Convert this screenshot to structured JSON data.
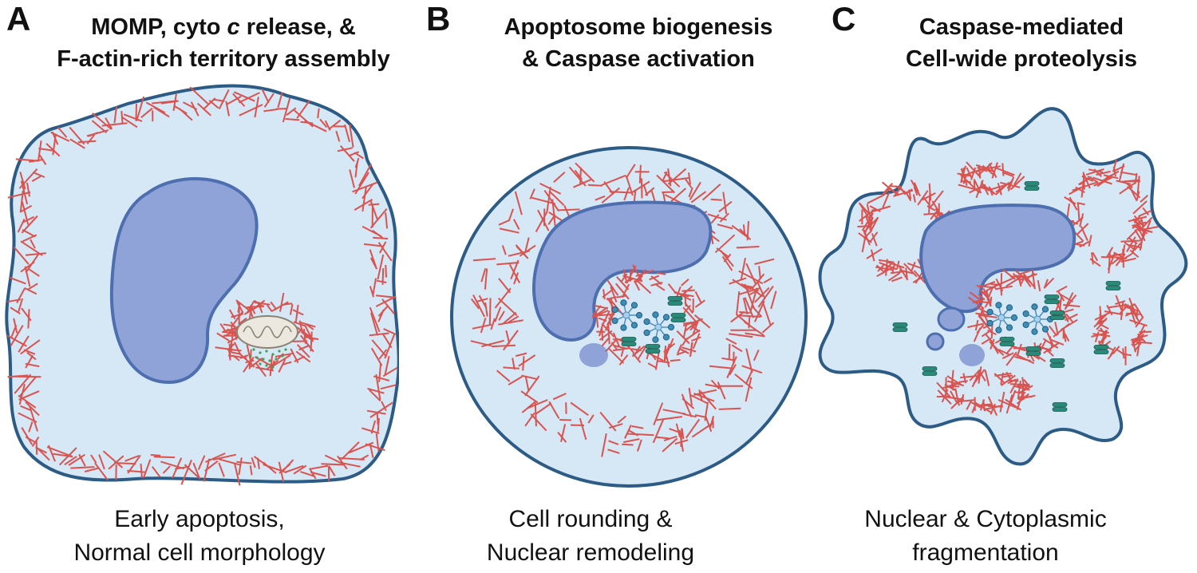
{
  "colors": {
    "cytoplasm": "#d6e7f6",
    "membrane": "#2c5b86",
    "nucleus": "#8fa3d8",
    "nucleus_border": "#4d6fb0",
    "actin": "#d9534f",
    "apoptosome": "#4a8fc0",
    "caspase": "#2a8a7a",
    "cyto_c": "#3aa35a",
    "mitochondrion": "#ece8df"
  },
  "panels": [
    {
      "letter": "A",
      "title_lines": [
        "MOMP, cyto c release, &",
        "F-actin-rich territory assembly"
      ],
      "caption_lines": [
        "Early apoptosis,",
        "Normal cell morphology"
      ]
    },
    {
      "letter": "B",
      "title_lines": [
        "Apoptosome biogenesis",
        "& Caspase activation"
      ],
      "caption_lines": [
        "Cell rounding &",
        "Nuclear remodeling"
      ]
    },
    {
      "letter": "C",
      "title_lines": [
        "Caspase-mediated",
        "Cell-wide proteolysis"
      ],
      "caption_lines": [
        "Nuclear & Cytoplasmic",
        "fragmentation"
      ]
    }
  ]
}
